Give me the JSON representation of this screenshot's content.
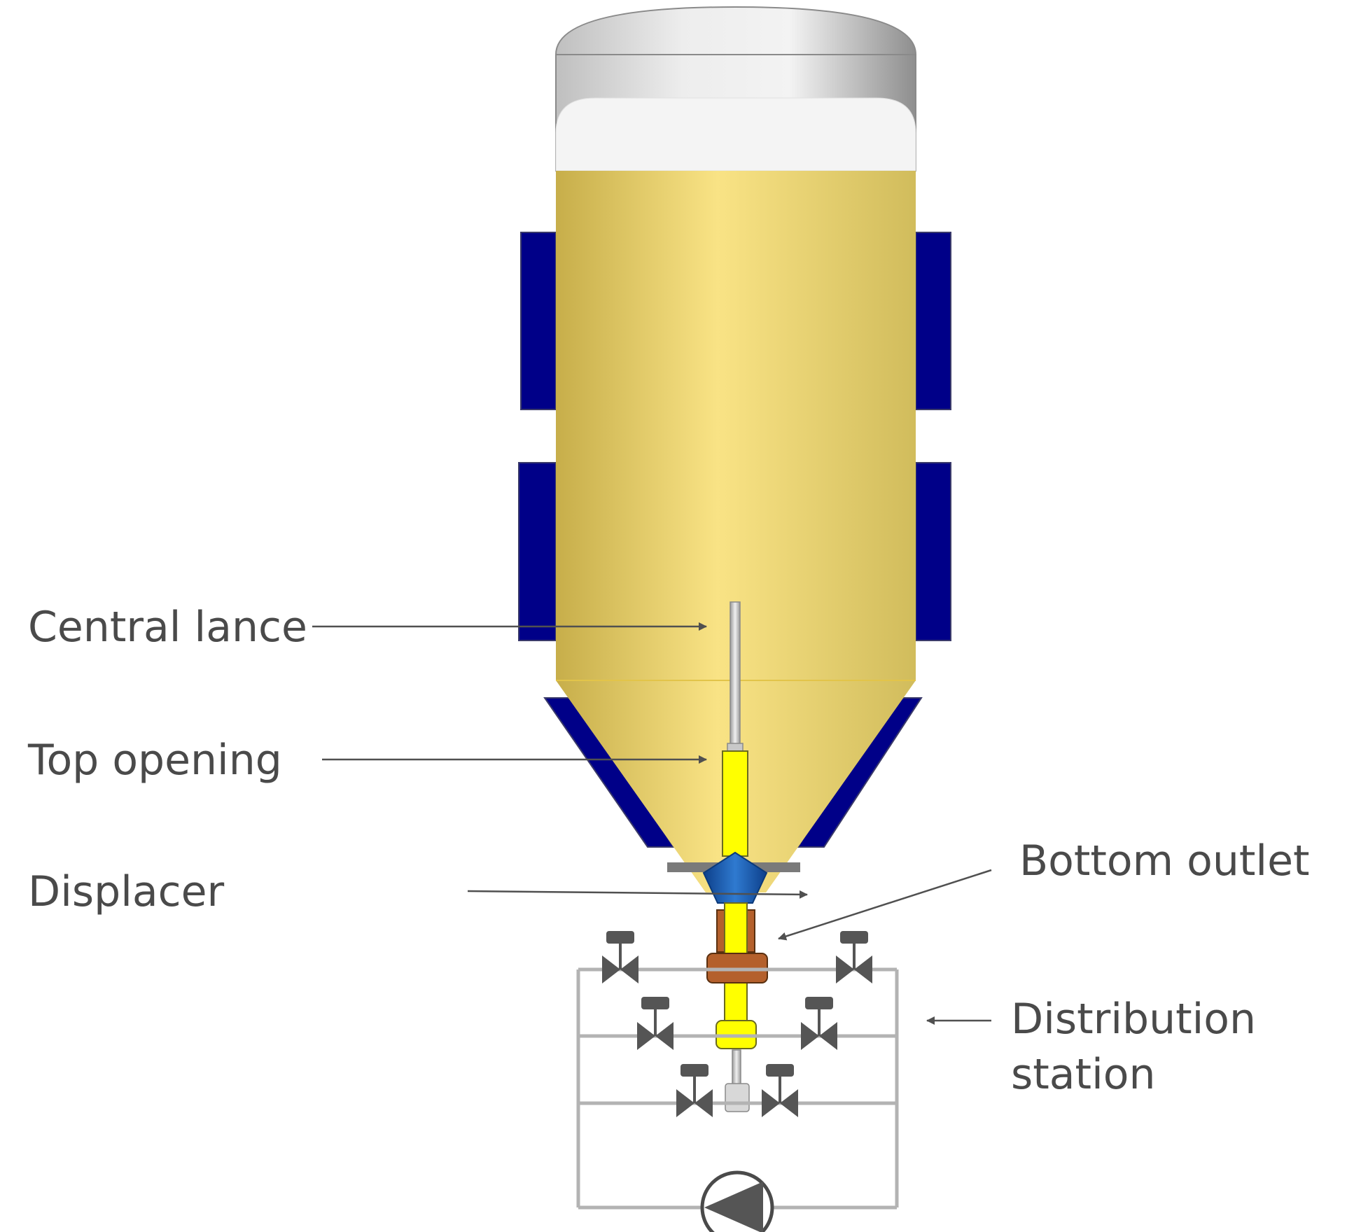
{
  "labels": {
    "central_lance": "Central lance",
    "top_opening": "Top opening",
    "displacer": "Displacer",
    "bottom_outlet": "Bottom outlet",
    "distribution_line1": "Distribution",
    "distribution_line2": "station"
  },
  "colors": {
    "product": "#f9e385",
    "product_edge": "#c7ae4a",
    "jacket": "#000088",
    "dome": "#d9d9d9",
    "lance": "#cfcfcf",
    "pipe_yellow": "#ffff00",
    "displacer": "#1f5fb0",
    "outlet": "#b4602c",
    "valve": "#555555",
    "piping": "#b3b3b3",
    "arrow": "#505050",
    "text": "#4a4a4a"
  }
}
